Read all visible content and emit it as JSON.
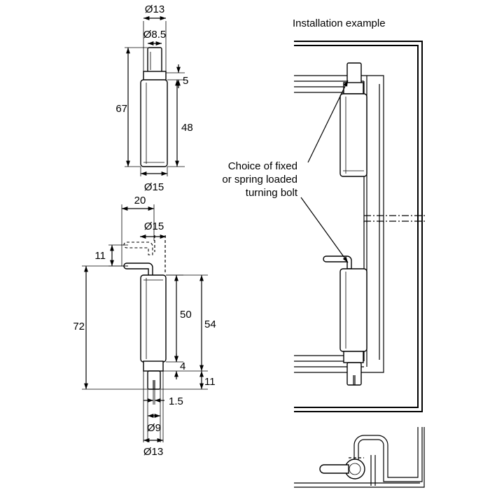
{
  "top_bolt": {
    "dia_head": "Ø13",
    "dia_pin": "Ø8.5",
    "length_total": "67",
    "step": "5",
    "length_body": "48",
    "dia_body": "Ø15"
  },
  "bottom_bolt": {
    "offset": "20",
    "dia_body": "Ø15",
    "handle_travel": "11",
    "length_total": "72",
    "length_body": "50",
    "length_sleeve": "54",
    "step": "4",
    "tip": "11",
    "slot": "1.5",
    "dia_tip": "Ø9",
    "dia_head": "Ø13"
  },
  "installation": {
    "title": "Installation example",
    "callout_line1": "Choice of fixed",
    "callout_line2": "or spring loaded",
    "callout_line3": "turning bolt"
  }
}
